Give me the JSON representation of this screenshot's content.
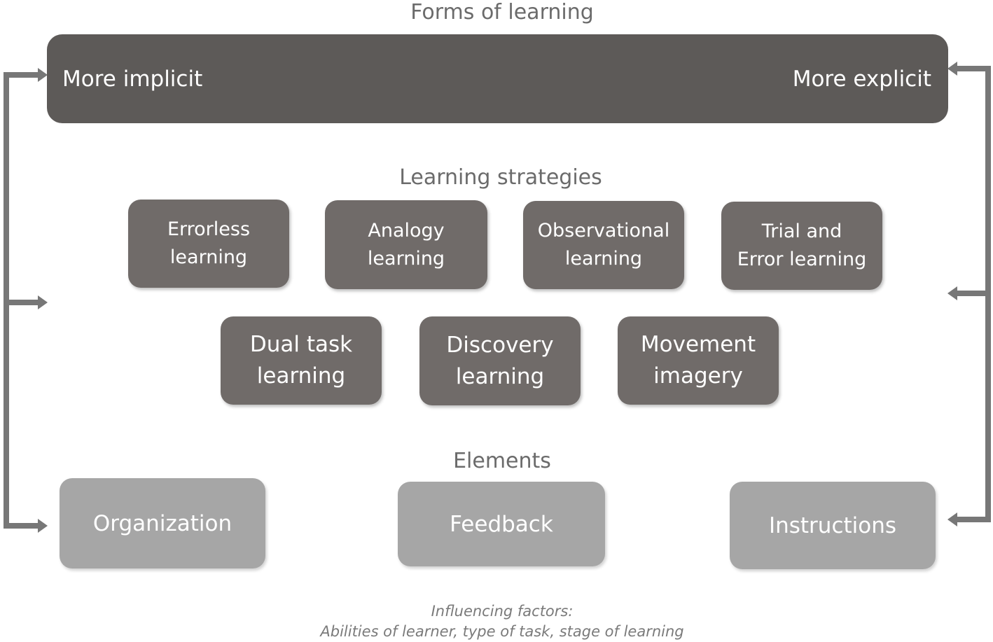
{
  "titles": {
    "forms": "Forms of learning",
    "strategies": "Learning strategies",
    "elements": "Elements"
  },
  "banner": {
    "left": "More implicit",
    "right": "More explicit"
  },
  "strategies": {
    "row1": [
      {
        "line1": "Errorless",
        "line2": "learning"
      },
      {
        "line1": "Analogy",
        "line2": "learning"
      },
      {
        "line1": "Observational",
        "line2": "learning"
      },
      {
        "line1": "Trial and",
        "line2": "Error learning"
      }
    ],
    "row2": [
      {
        "line1": "Dual task",
        "line2": "learning"
      },
      {
        "line1": "Discovery",
        "line2": "learning"
      },
      {
        "line1": "Movement",
        "line2": "imagery"
      }
    ]
  },
  "elements": [
    "Organization",
    "Feedback",
    "Instructions"
  ],
  "footnote": {
    "line1": "Influencing factors:",
    "line2": "Abilities of learner, type of task, stage of learning"
  },
  "colors": {
    "banner": "#5d5a58",
    "strategy_box": "#706b69",
    "element_box": "#a6a6a6",
    "connector": "#777777",
    "title_text": "#6b6b6b"
  }
}
